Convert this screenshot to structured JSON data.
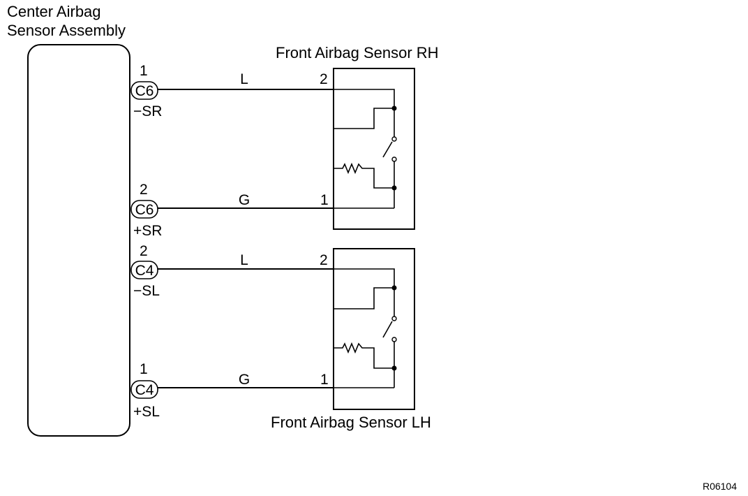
{
  "center_sensor": {
    "title_line1": "Center Airbag",
    "title_line2": "Sensor Assembly"
  },
  "front_sensor_rh": {
    "label": "Front Airbag Sensor RH"
  },
  "front_sensor_lh": {
    "label": "Front Airbag Sensor LH"
  },
  "circuits": [
    {
      "pin": "1",
      "connector": "C6",
      "terminal": "−SR",
      "wire": "L",
      "sensor_pin": "2"
    },
    {
      "pin": "2",
      "connector": "C6",
      "terminal": "+SR",
      "wire": "G",
      "sensor_pin": "1"
    },
    {
      "pin": "2",
      "connector": "C4",
      "terminal": "−SL",
      "wire": "L",
      "sensor_pin": "2"
    },
    {
      "pin": "1",
      "connector": "C4",
      "terminal": "+SL",
      "wire": "G",
      "sensor_pin": "1"
    }
  ],
  "figure_ref": "R06104"
}
